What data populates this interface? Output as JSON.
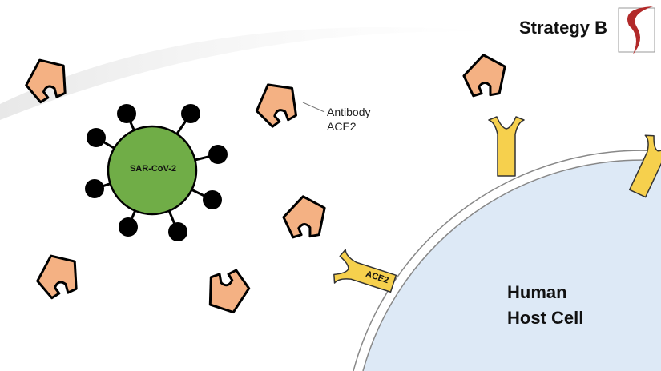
{
  "slide": {
    "title": "Strategy B",
    "logo_text": "S",
    "antibody_callout": {
      "line1": "Antibody",
      "line2": "ACE2"
    },
    "virus_label": "SAR-CoV-2",
    "receptor_label": "ACE2",
    "cell_label": {
      "line1": "Human",
      "line2": "Host Cell"
    }
  },
  "colors": {
    "antibody": "#f4b183",
    "virus": "#70ad47",
    "receptor": "#f6d04d",
    "cell": "#dde9f6"
  }
}
